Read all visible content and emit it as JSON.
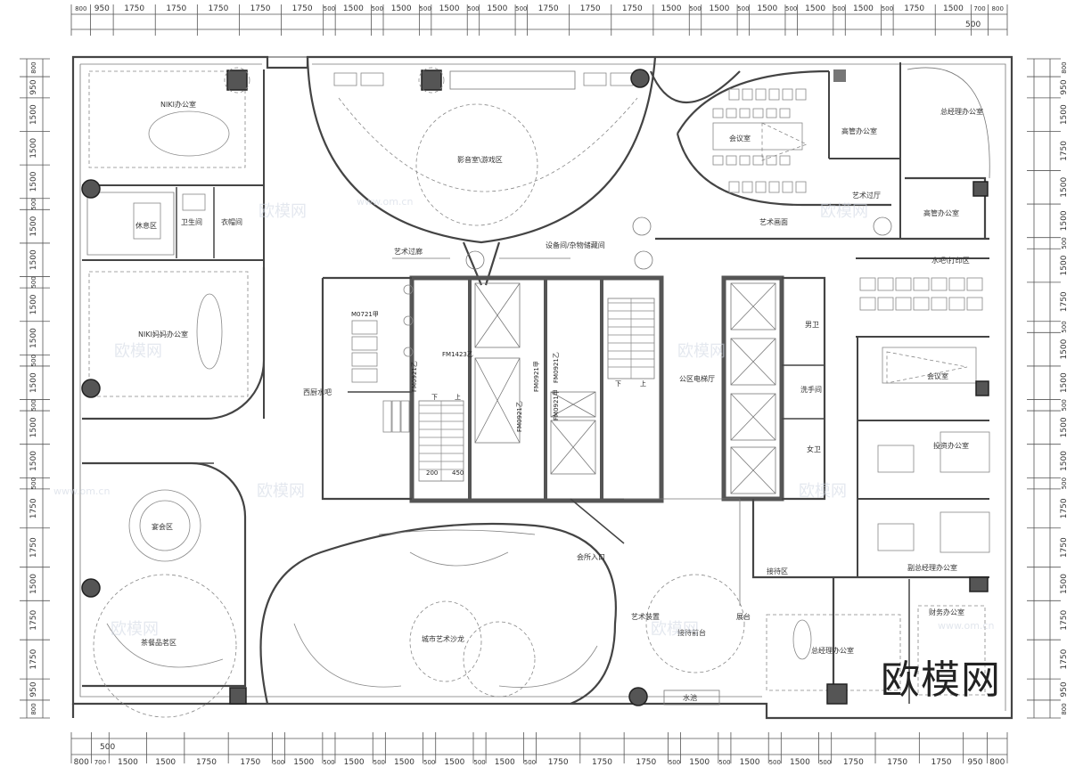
{
  "dimensions": {
    "top_row": [
      "800",
      "950",
      "1750",
      "1750",
      "1750",
      "1750",
      "1750",
      "500",
      "1500",
      "500",
      "1500",
      "500",
      "1500",
      "500",
      "1500",
      "500",
      "1750",
      "1750",
      "1750",
      "1500",
      "500",
      "1500",
      "500",
      "1500",
      "500",
      "1500",
      "500",
      "1500",
      "500",
      "1750",
      "1500",
      "700",
      "800"
    ],
    "top_extra": "500",
    "bottom_row": [
      "800",
      "700",
      "1500",
      "1500",
      "1750",
      "1750",
      "500",
      "1500",
      "500",
      "1500",
      "500",
      "1500",
      "500",
      "1500",
      "500",
      "1500",
      "500",
      "1750",
      "1750",
      "1750",
      "500",
      "1500",
      "500",
      "1500",
      "500",
      "1500",
      "500",
      "1750",
      "1750",
      "1750",
      "950",
      "800"
    ],
    "bottom_extra": "500",
    "left_col": [
      "800",
      "950",
      "1500",
      "1500",
      "1500",
      "500",
      "1500",
      "1500",
      "500",
      "1500",
      "1500",
      "500",
      "1500",
      "500",
      "1500",
      "1500",
      "500",
      "1750",
      "1750",
      "1500",
      "1750",
      "1750",
      "950",
      "800"
    ],
    "right_col": [
      "800",
      "950",
      "1500",
      "1750",
      "1500",
      "1500",
      "500",
      "1500",
      "1750",
      "500",
      "1500",
      "1500",
      "500",
      "1500",
      "1500",
      "500",
      "1750",
      "1750",
      "1500",
      "1750",
      "1750",
      "950",
      "800"
    ]
  },
  "rooms": {
    "niki_office": "NIKI办公室",
    "rest_area": "休息区",
    "toilet": "卫生间",
    "cloakroom": "衣帽间",
    "niki_mom_office": "NIKI妈妈办公室",
    "cinema": "影音室\\游戏区",
    "art_corridor": "艺术过廊",
    "equipment_room": "设备间/杂物储藏间",
    "meeting_room_top": "会议室",
    "senior_office": "高管办公室",
    "gm_office": "总经理办公室",
    "art_transition": "艺术过厅",
    "art_wall": "艺术画面",
    "senior_office_2": "高管办公室",
    "water_bar": "水吧\\打印区",
    "western_bar": "西厨水吧",
    "public_elevator": "公区电梯厅",
    "men_wc": "男卫",
    "washroom": "洗手间",
    "meeting_room_right": "会议室",
    "women_wc": "女卫",
    "invest_office": "投资办公室",
    "deputy_gm_office": "副总经理办公室",
    "banquet": "宴会区",
    "tea_area": "茶餐品茗区",
    "salon": "城市艺术沙龙",
    "club_entrance": "会所入口",
    "reception_area": "接待区",
    "reception_desk": "接待前台",
    "art_device": "艺术装置",
    "water_pool": "水池",
    "ceo_office": "总经理办公室",
    "finance_office": "财务办公室",
    "art_show": "展台"
  },
  "door_tags": {
    "fm1423": "FM1423乙",
    "m0721": "M0721甲",
    "fm0921a": "FM0921甲",
    "fm0921b": "FM0921乙",
    "fm0921c": "FM0921乙",
    "fm0921d": "FM0921甲",
    "fm0921e": "FM0921乙"
  },
  "stair_labels": {
    "dim_200": "200",
    "dim_450": "450",
    "down_a": "下",
    "up_a": "上",
    "down_b": "下",
    "up_b": "上"
  },
  "watermark": {
    "brand": "欧模网",
    "url": "www.om.cn"
  },
  "colors": {
    "wall": "#444444",
    "column_fill": "#555555",
    "dimension_text": "#333333",
    "furniture": "#888888",
    "watermark_soft": "#cfd6e2"
  }
}
